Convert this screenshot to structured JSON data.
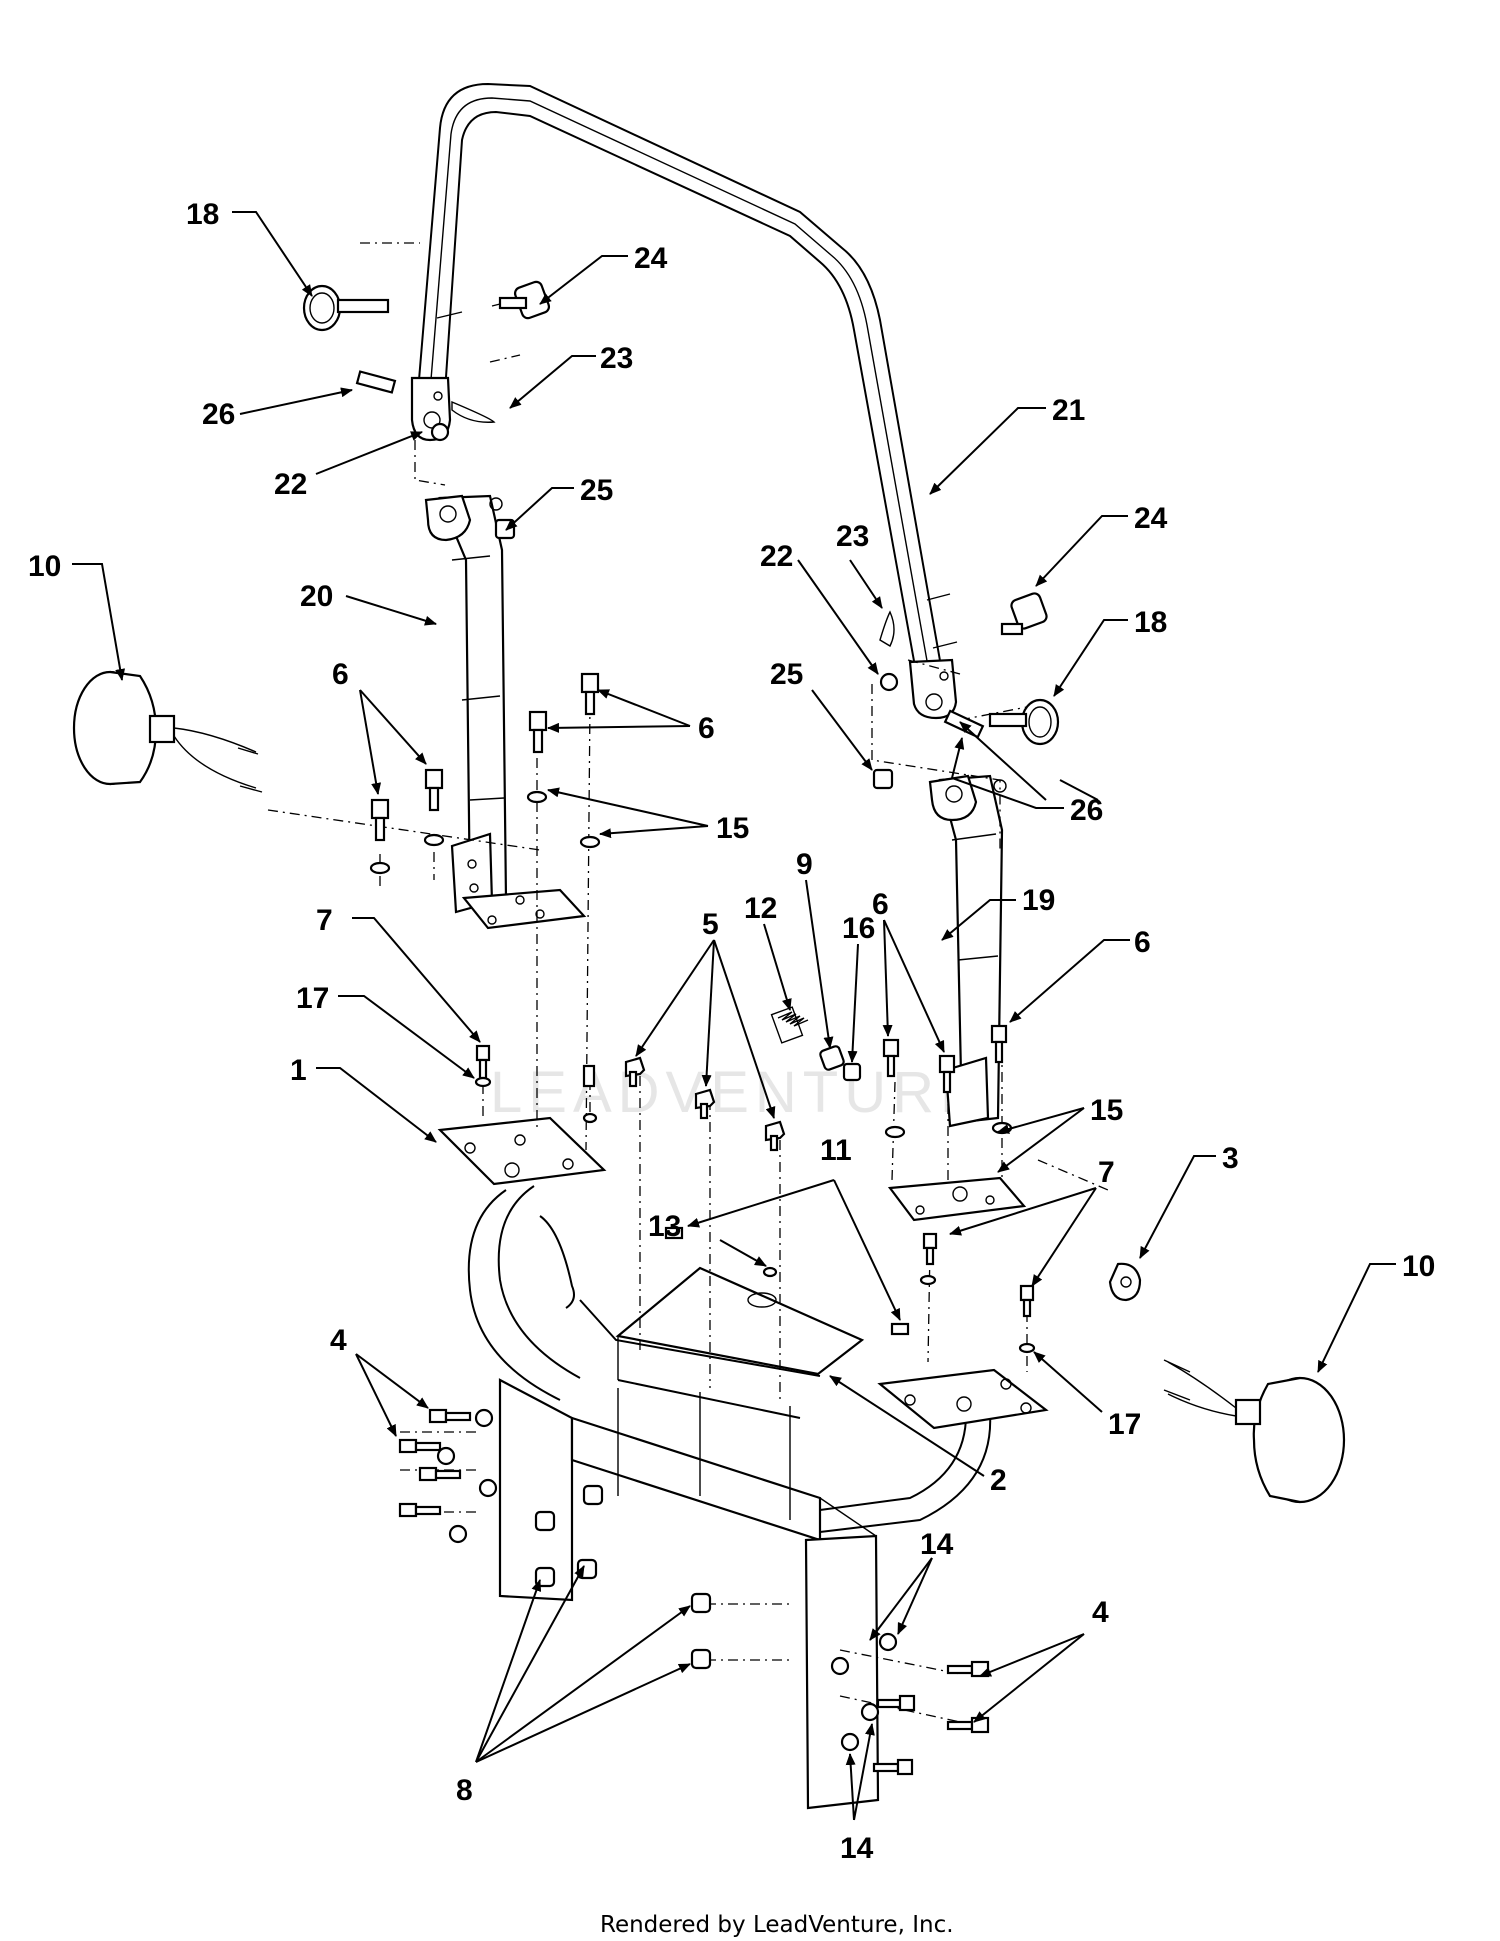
{
  "watermark": "LEADVENTURE",
  "footer": "Rendered by LeadVenture, Inc.",
  "callouts": {
    "c18a": "18",
    "c24a": "24",
    "c23a": "23",
    "c26a": "26",
    "c22a": "22",
    "c25a": "25",
    "c21": "21",
    "c10a": "10",
    "c20": "20",
    "c23b": "23",
    "c22b": "22",
    "c24b": "24",
    "c18b": "18",
    "c6a": "6",
    "c6b": "6",
    "c25b": "25",
    "c15a": "15",
    "c26b": "26",
    "c9": "9",
    "c12": "12",
    "c5": "5",
    "c16": "16",
    "c6c": "6",
    "c19": "19",
    "c7a": "7",
    "c17a": "17",
    "c6d": "6",
    "c1": "1",
    "c15b": "15",
    "c3": "3",
    "c11": "11",
    "c7b": "7",
    "c13": "13",
    "c10b": "10",
    "c4a": "4",
    "c17b": "17",
    "c2": "2",
    "c14a": "14",
    "c4b": "4",
    "c8": "8",
    "c14b": "14"
  }
}
